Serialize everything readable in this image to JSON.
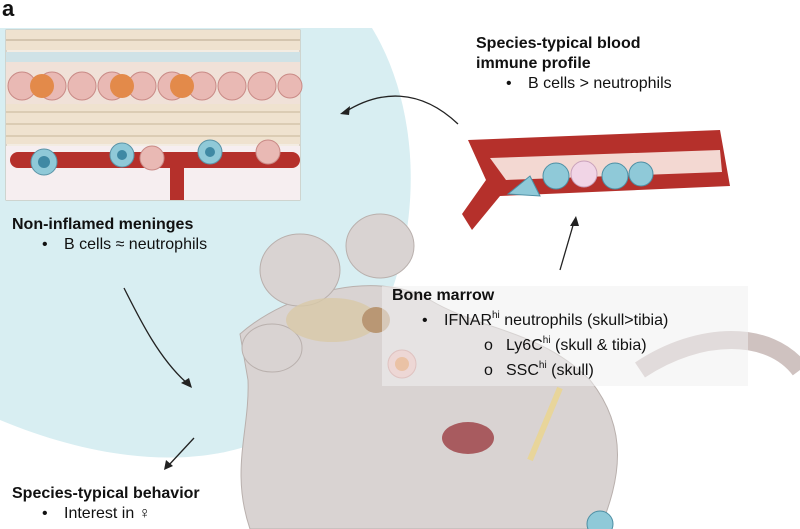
{
  "panel_letter": "a",
  "blood": {
    "title_line1": "Species-typical blood",
    "title_line2": "immune profile",
    "bullet_marker": "•",
    "bullet": "B cells > neutrophils"
  },
  "meninges": {
    "title": "Non-inflamed meninges",
    "bullet_marker": "•",
    "bullet": "B cells ≈ neutrophils"
  },
  "bone_marrow": {
    "title": "Bone marrow",
    "bullet_marker": "•",
    "bullet_pre": "IFNAR",
    "bullet_sup": "hi",
    "bullet_post": " neutrophils (skull>tibia)",
    "sub": [
      {
        "marker": "o",
        "pre": "Ly6C",
        "sup": "hi",
        "post": " (skull & tibia)"
      },
      {
        "marker": "o",
        "pre": "SSC",
        "sup": "hi",
        "post": " (skull)"
      }
    ]
  },
  "behavior": {
    "title": "Species-typical behavior",
    "bullet_marker": "•",
    "bullet": "Interest in ♀"
  },
  "colors": {
    "meninges_bg": "#d8eef2",
    "mouse": "#d9d3d2",
    "vessel": "#b5302b",
    "neutrophil": "#e9b9b4",
    "b_cell": "#8fc9d8"
  }
}
